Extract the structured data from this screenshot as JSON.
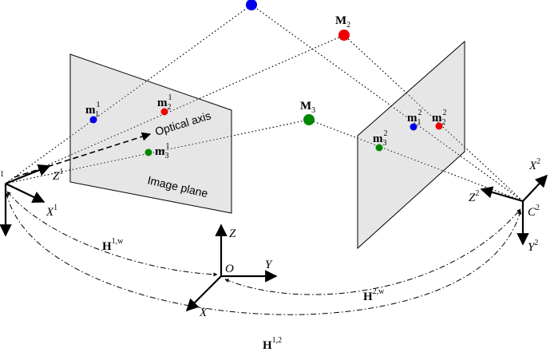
{
  "colors": {
    "plane_fill": "#e6e6e6",
    "plane_stroke": "#000000",
    "blue": "#0000ee",
    "red": "#ee0000",
    "green": "#008800",
    "line": "#000000"
  },
  "plane_labels": {
    "optical_axis": "Optical axis",
    "image_plane": "Image plane"
  },
  "world_points": {
    "m2_base": "M",
    "m2_sub": "2",
    "m3_base": "M",
    "m3_sub": "3"
  },
  "image_points_1": {
    "p1_base": "m",
    "p1_sub": "1",
    "p1_sup": "1",
    "p2_base": "m",
    "p2_sub": "2",
    "p2_sup": "1",
    "p3_base": "m",
    "p3_sub": "3",
    "p3_sup": "1"
  },
  "image_points_2": {
    "p1_base": "m",
    "p1_sub": "1",
    "p1_sup": "2",
    "p2_base": "m",
    "p2_sub": "2",
    "p2_sup": "2",
    "p3_base": "m",
    "p3_sub": "3",
    "p3_sup": "2"
  },
  "camera1": {
    "center_sup": "1",
    "z_base": "Z",
    "z_sup": "1",
    "x_base": "X",
    "x_sup": "1"
  },
  "camera2": {
    "c_base": "C",
    "c_sup": "2",
    "z_base": "Z",
    "z_sup": "2",
    "x_base": "X",
    "x_sup": "2",
    "y_base": "Y",
    "y_sup": "2"
  },
  "world_frame": {
    "origin": "O",
    "x": "X",
    "y": "Y",
    "z": "Z"
  },
  "transforms": {
    "h1w_base": "H",
    "h1w_sup": "1,w",
    "h2w_base": "H",
    "h2w_sup": "2,w",
    "h12_base": "H",
    "h12_sup": "1,2"
  }
}
